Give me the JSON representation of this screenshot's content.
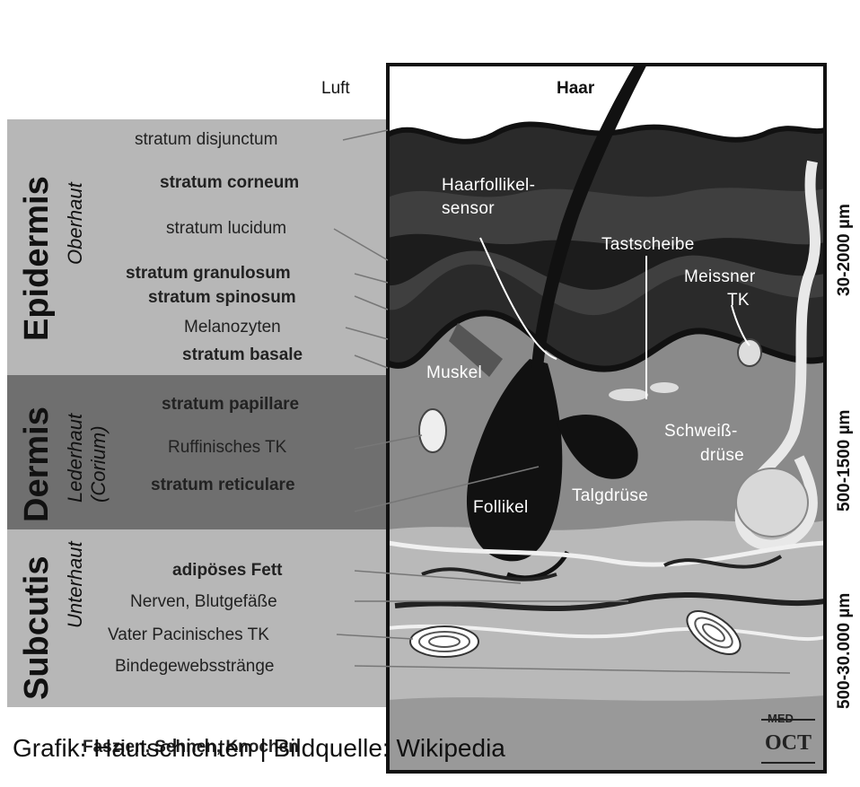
{
  "top": {
    "air": "Luft",
    "hair": "Haar"
  },
  "layers": {
    "epidermis": {
      "name": "Epidermis",
      "sub": "Oberhaut"
    },
    "dermis": {
      "name": "Dermis",
      "sub1": "Lederhaut",
      "sub2": "(Corium)"
    },
    "subcutis": {
      "name": "Subcutis",
      "sub": "Unterhaut"
    }
  },
  "left_labels": {
    "disjunctum": "stratum disjunctum",
    "corneum": "stratum corneum",
    "lucidum": "stratum lucidum",
    "granulosum": "stratum granulosum",
    "spinosum": "stratum spinosum",
    "melanozyten": "Melanozyten",
    "basale": "stratum basale",
    "papillare": "stratum papillare",
    "ruffini": "Ruffinisches TK",
    "reticulare": "stratum reticulare",
    "fett": "adipöses Fett",
    "nerven": "Nerven, Blutgefäße",
    "pacini": "Vater Pacinisches TK",
    "binde": "Bindegewebsstränge",
    "faszien": "Faszien, Sehnen, Knochen"
  },
  "diagram_labels": {
    "haarfollikel1": "Haarfollikel-",
    "haarfollikel2": "sensor",
    "tastscheibe": "Tastscheibe",
    "meissner1": "Meissner",
    "meissner2": "TK",
    "muskel": "Muskel",
    "schweiss1": "Schweiß-",
    "schweiss2": "drüse",
    "follikel": "Follikel",
    "talg": "Talgdrüse"
  },
  "depths": {
    "epi": "30-2000 µm",
    "der": "500-1500 µm",
    "sub": "500-30.000 µm"
  },
  "logo": {
    "top": "MED",
    "bottom": "OCT"
  },
  "credit": "Grafik: Hautschichten | Bildquelle: Wikipedia",
  "colors": {
    "epidermis_band": "#b7b7b7",
    "dermis_band": "#6f6f6f",
    "subcutis_band": "#b7b7b7"
  }
}
